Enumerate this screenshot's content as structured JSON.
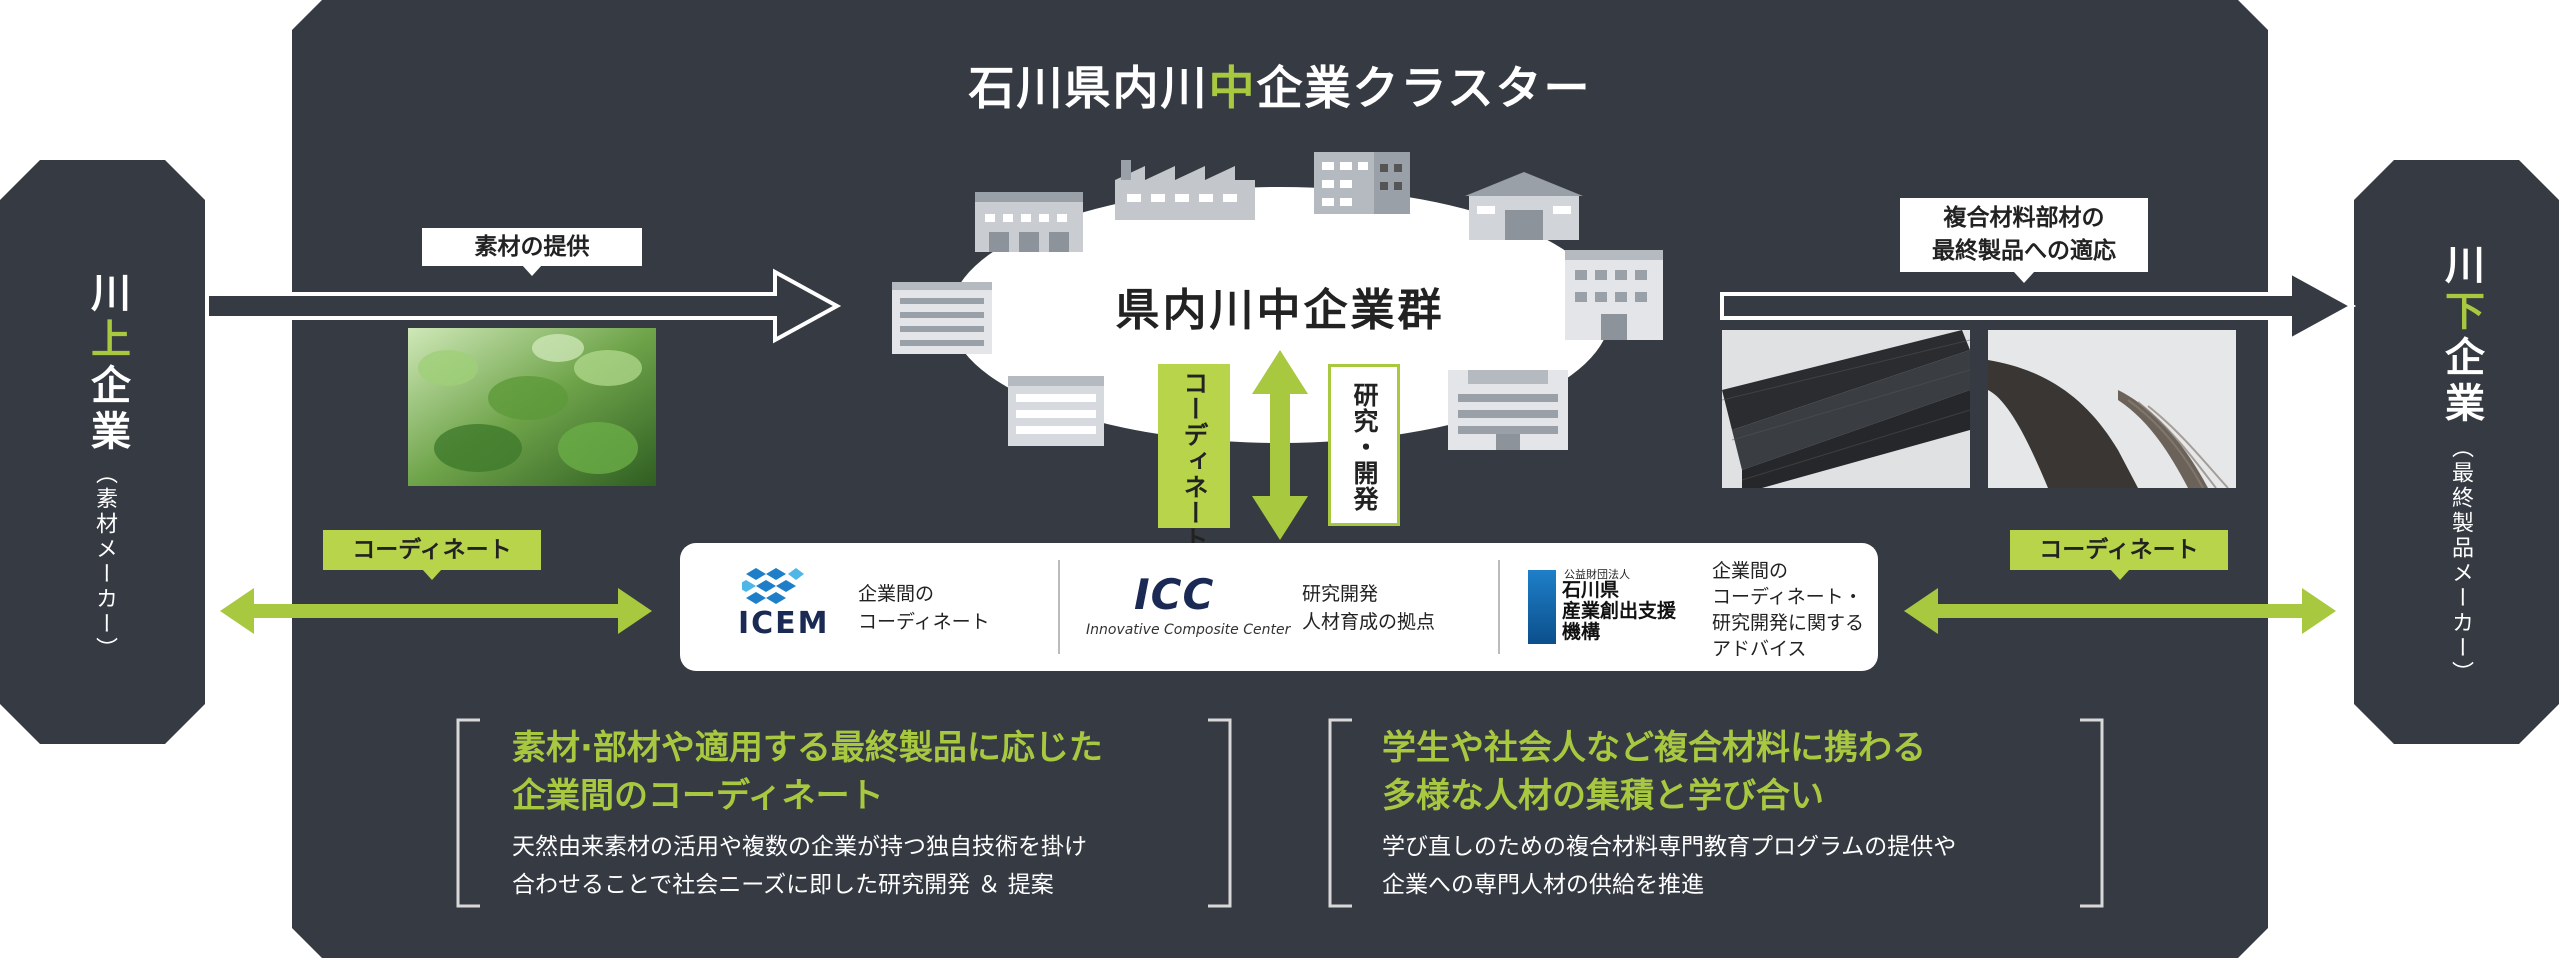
{
  "main_title": {
    "part1": "石川県内川",
    "highlight": "中",
    "part2": "企業クラスター"
  },
  "left_panel": {
    "title_a": "川",
    "title_b": "上",
    "title_c": "企業",
    "subtitle": "（素材メーカー）"
  },
  "right_panel": {
    "title_a": "川",
    "title_b": "下",
    "title_c": "企業",
    "subtitle": "（最終製品メーカー）"
  },
  "center_label": "県内川中企業群",
  "supply_label": "素材の提供",
  "apply_label": {
    "line1": "複合材料部材の",
    "line2": "最終製品への適応"
  },
  "coordinate_left": "コーディネート",
  "coordinate_right": "コーディネート",
  "coordinate_vertical": "コーディネート",
  "research_vertical": "研究・開発",
  "partners": [
    {
      "logo": "ICEM",
      "desc1": "企業間の",
      "desc2": "コーディネート"
    },
    {
      "logo": "ICC",
      "logo_sub": "Innovative Composite Center",
      "desc1": "研究開発",
      "desc2": "人材育成の拠点"
    },
    {
      "logo_small": "公益財団法人",
      "logo_line1": "石川県",
      "logo_line2": "産業創出支援",
      "logo_line3": "機構",
      "desc1": "企業間の",
      "desc2": "コーディネート・",
      "desc3": "研究開発に関する",
      "desc4": "アドバイス"
    }
  ],
  "feature_left": {
    "title1": "素材·部材や適用する最終製品に応じた",
    "title2": "企業間のコーディネート",
    "body1": "天然由来素材の活用や複数の企業が持つ独自技術を掛け",
    "body2": "合わせることで社会ニーズに即した研究開発 ＆ 提案"
  },
  "feature_right": {
    "title1": "学生や社会人など複合材料に携わる",
    "title2": "多様な人材の集積と学び合い",
    "body1": "学び直しのための複合材料専門教育プログラムの提供や",
    "body2": "企業への専門人材の供給を推進"
  },
  "colors": {
    "panel": "#363a43",
    "accent": "#a8c840",
    "tag_green": "#b8d44a"
  },
  "icons": [
    "leaf-photo",
    "carbon-sheet-photo",
    "carbon-fiber-photo",
    "factory-icon",
    "building-icon"
  ]
}
